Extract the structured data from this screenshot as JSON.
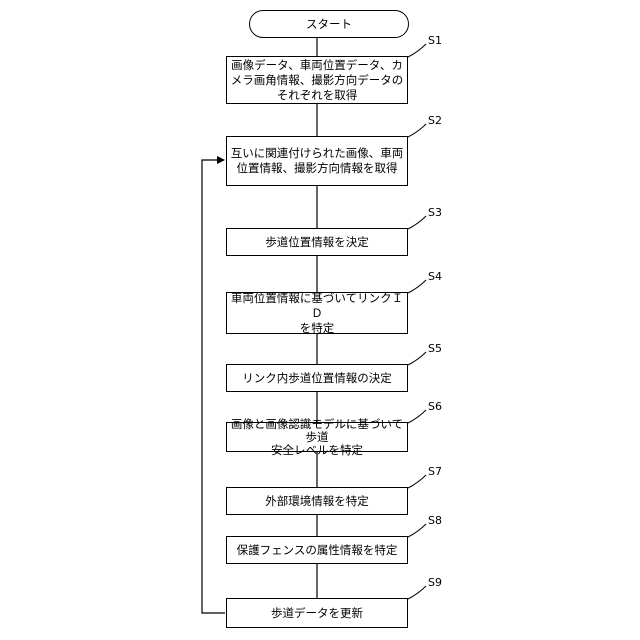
{
  "start_label": "スタート",
  "steps": [
    {
      "id": "S1",
      "text": "画像データ、車両位置データ、カ\nメラ画角情報、撮影方向データの\nそれぞれを取得"
    },
    {
      "id": "S2",
      "text": "互いに関連付けられた画像、車両\n位置情報、撮影方向情報を取得"
    },
    {
      "id": "S3",
      "text": "歩道位置情報を決定"
    },
    {
      "id": "S4",
      "text": "車両位置情報に基づいてリンクＩＤ\nを特定"
    },
    {
      "id": "S5",
      "text": "リンク内歩道位置情報の決定"
    },
    {
      "id": "S6",
      "text": "画像と画像認識モデルに基づいて歩道\n安全レベルを特定"
    },
    {
      "id": "S7",
      "text": "外部環境情報を特定"
    },
    {
      "id": "S8",
      "text": "保護フェンスの属性情報を特定"
    },
    {
      "id": "S9",
      "text": "歩道データを更新"
    }
  ]
}
